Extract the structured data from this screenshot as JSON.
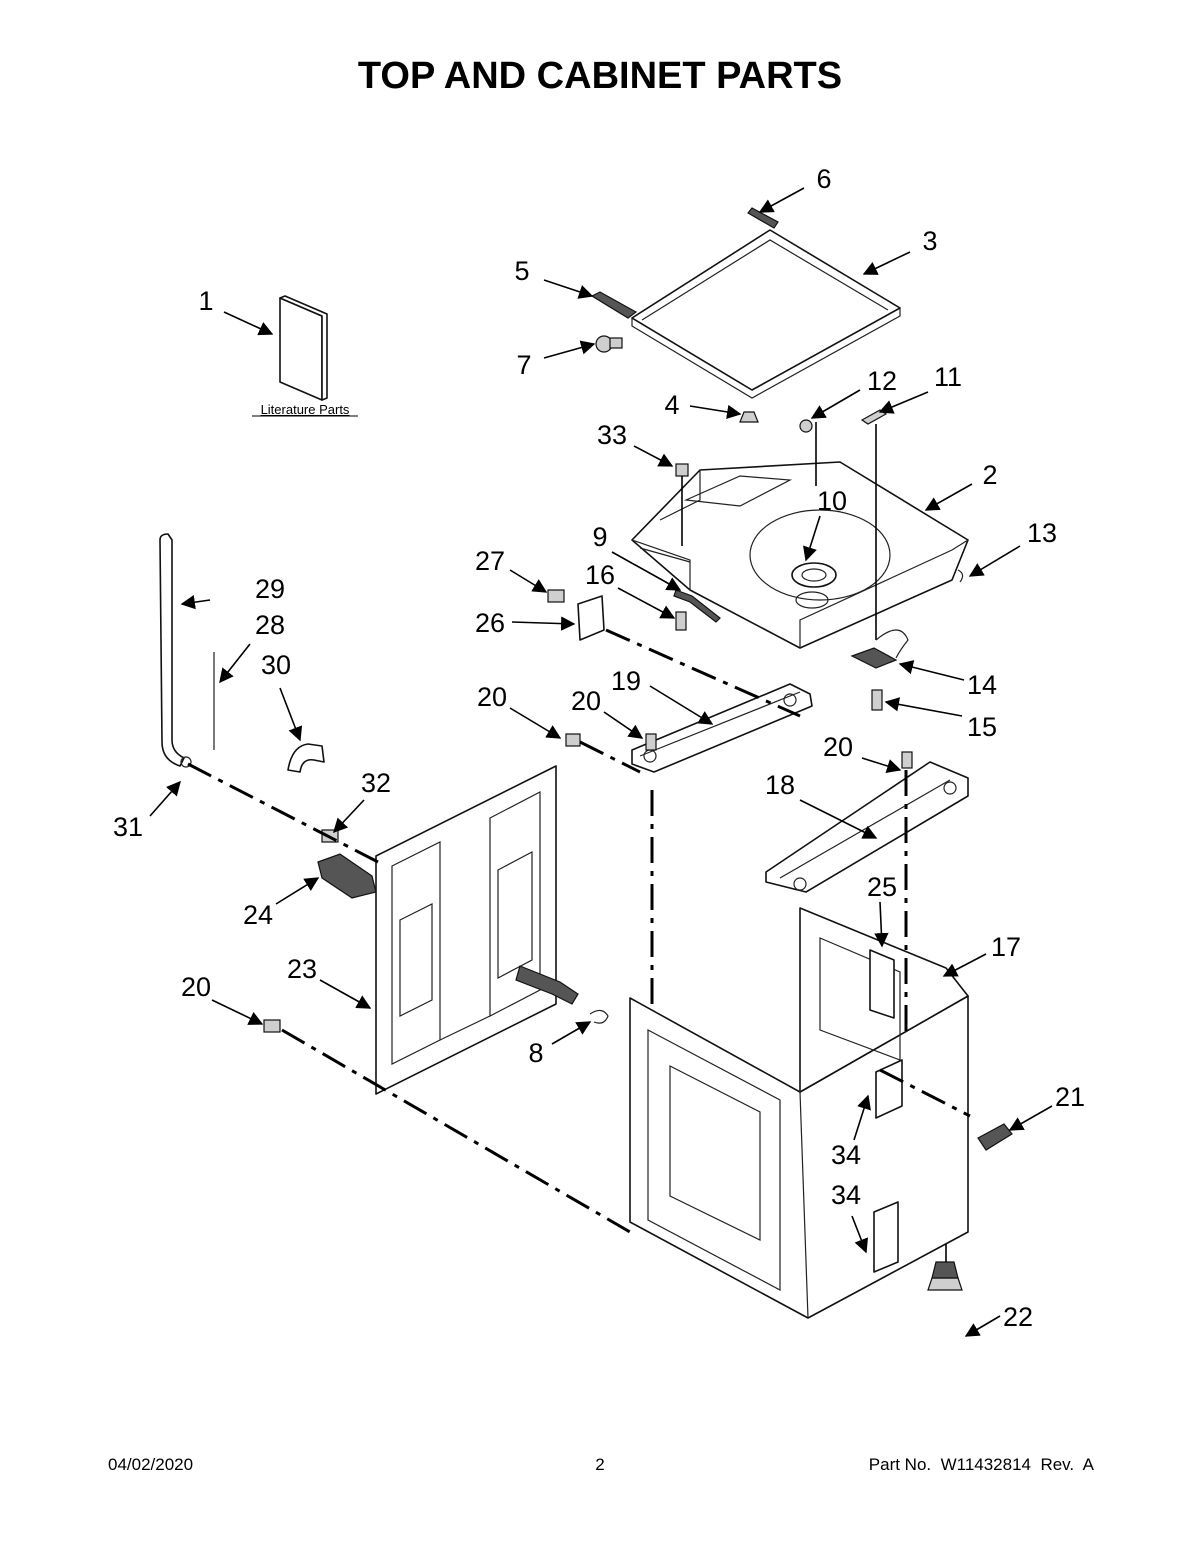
{
  "title": "TOP AND CABINET PARTS",
  "literature_label": "Literature Parts",
  "footer": {
    "date": "04/02/2020",
    "page": "2",
    "part_no": "Part No.  W11432814  Rev.  A"
  },
  "callouts": [
    {
      "id": "c1",
      "label": "1"
    },
    {
      "id": "c2",
      "label": "2"
    },
    {
      "id": "c3",
      "label": "3"
    },
    {
      "id": "c4",
      "label": "4"
    },
    {
      "id": "c5",
      "label": "5"
    },
    {
      "id": "c6",
      "label": "6"
    },
    {
      "id": "c7",
      "label": "7"
    },
    {
      "id": "c8",
      "label": "8"
    },
    {
      "id": "c9",
      "label": "9"
    },
    {
      "id": "c10",
      "label": "10"
    },
    {
      "id": "c11",
      "label": "11"
    },
    {
      "id": "c12",
      "label": "12"
    },
    {
      "id": "c13",
      "label": "13"
    },
    {
      "id": "c14",
      "label": "14"
    },
    {
      "id": "c15",
      "label": "15"
    },
    {
      "id": "c16",
      "label": "16"
    },
    {
      "id": "c17",
      "label": "17"
    },
    {
      "id": "c18",
      "label": "18"
    },
    {
      "id": "c19",
      "label": "19"
    },
    {
      "id": "c20a",
      "label": "20"
    },
    {
      "id": "c20b",
      "label": "20"
    },
    {
      "id": "c20c",
      "label": "20"
    },
    {
      "id": "c20d",
      "label": "20"
    },
    {
      "id": "c21",
      "label": "21"
    },
    {
      "id": "c22",
      "label": "22"
    },
    {
      "id": "c23",
      "label": "23"
    },
    {
      "id": "c24",
      "label": "24"
    },
    {
      "id": "c25",
      "label": "25"
    },
    {
      "id": "c26",
      "label": "26"
    },
    {
      "id": "c27",
      "label": "27"
    },
    {
      "id": "c28",
      "label": "28"
    },
    {
      "id": "c29",
      "label": "29"
    },
    {
      "id": "c30",
      "label": "30"
    },
    {
      "id": "c31",
      "label": "31"
    },
    {
      "id": "c32",
      "label": "32"
    },
    {
      "id": "c33",
      "label": "33"
    },
    {
      "id": "c34a",
      "label": "34"
    },
    {
      "id": "c34b",
      "label": "34"
    }
  ]
}
